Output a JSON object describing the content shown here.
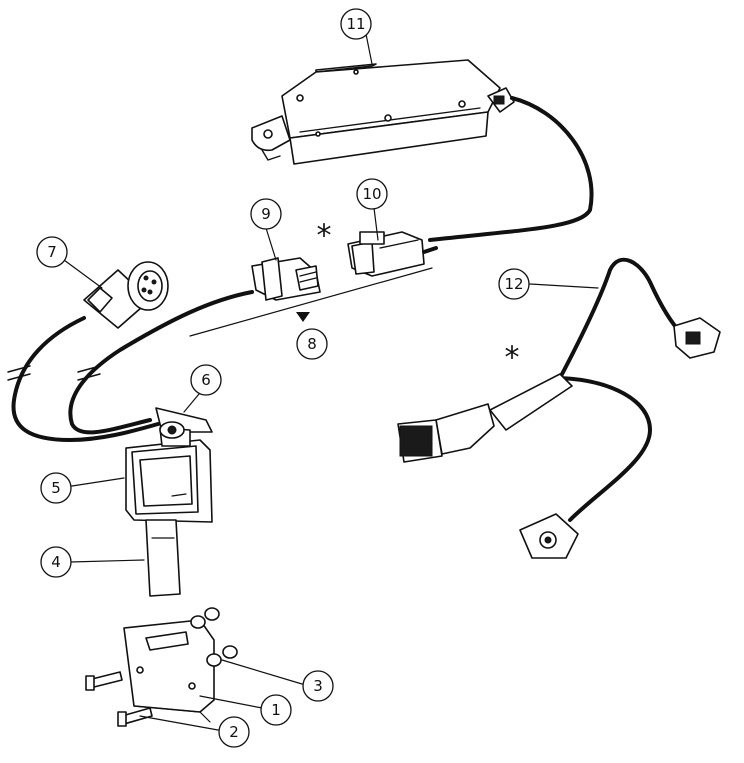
{
  "callouts": {
    "c1": "1",
    "c2": "2",
    "c3": "3",
    "c4": "4",
    "c5": "5",
    "c6": "6",
    "c7": "7",
    "c8": "8",
    "c9": "9",
    "c10": "10",
    "c11": "11",
    "c12": "12"
  },
  "markers": {
    "asterisk_top": "*",
    "asterisk_right": "*"
  }
}
